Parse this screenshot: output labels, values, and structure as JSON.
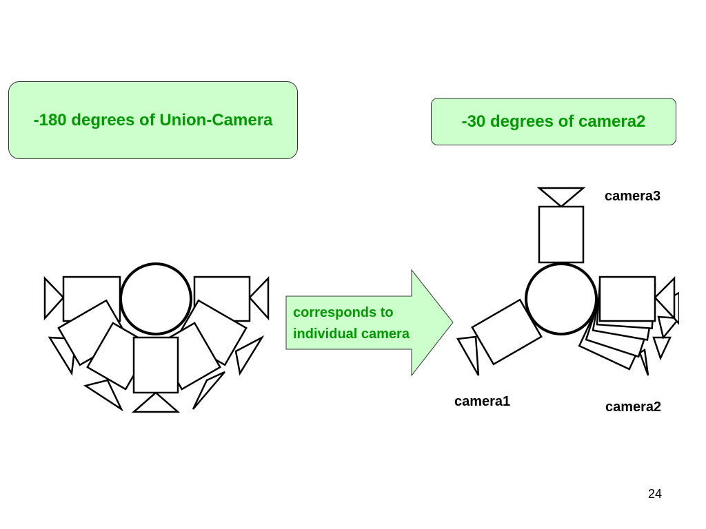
{
  "headers": {
    "union": "-180 degrees of Union-Camera",
    "camera2": "-30 degrees of camera2"
  },
  "arrow": {
    "line1": "corresponds to",
    "line2": "individual camera"
  },
  "cameras": {
    "camera3": "camera3",
    "camera1": "camera1",
    "camera2": "camera2"
  },
  "slide_number": "24",
  "colors": {
    "box_fill": "#ccffcc",
    "green_text": "#009900",
    "stroke": "#000000"
  }
}
